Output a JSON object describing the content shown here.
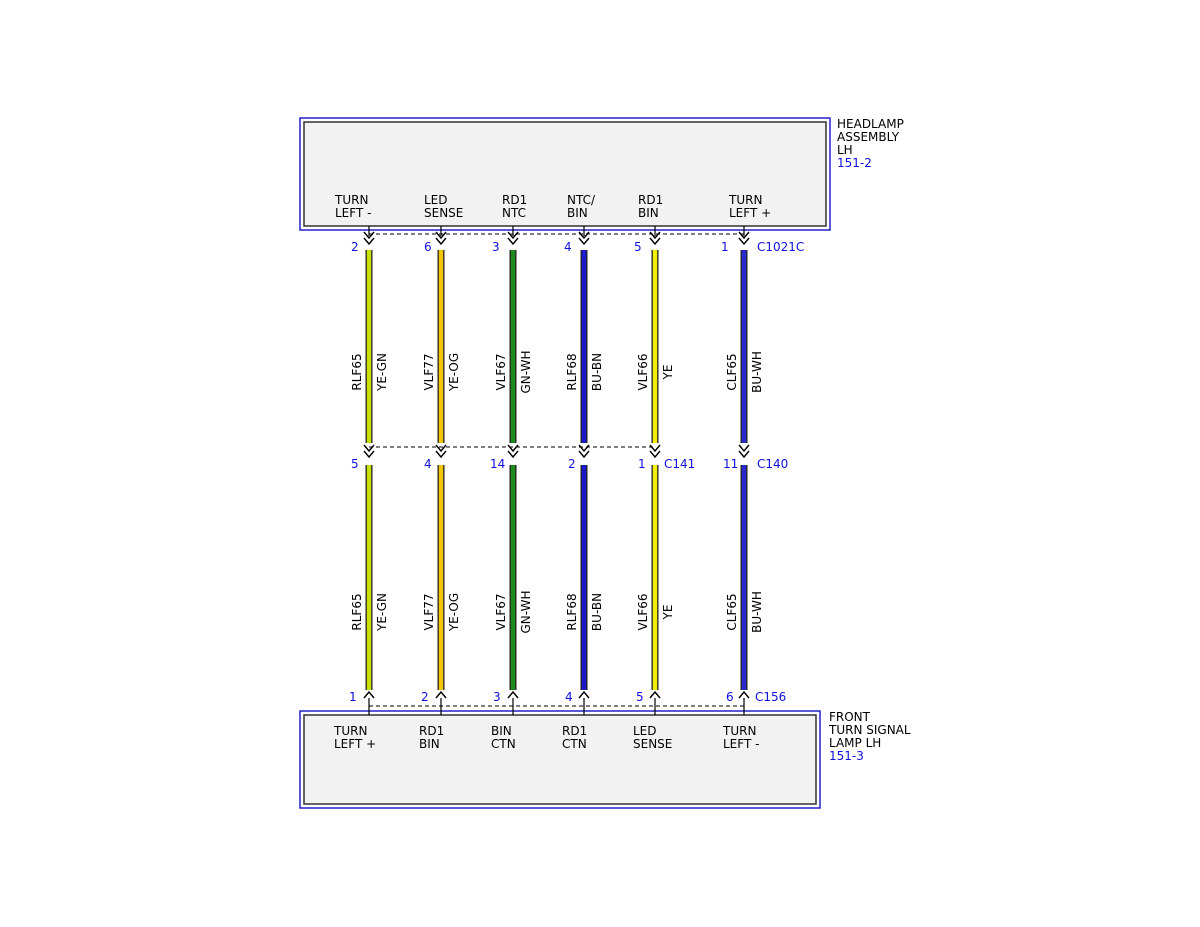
{
  "colors": {
    "blue_text": "#1010dd",
    "box_outer": "#2222cc",
    "box_inner": "#333333",
    "box_fill": "#f2f2f2",
    "YE-GN": "#c9e000",
    "YE-OG": "#f5c400",
    "GN-WH": "#1e8a1e",
    "BU-BN": "#1a1acc",
    "YE": "#f2ef00",
    "BU-WH": "#2a2ad0"
  },
  "top_component": {
    "name_lines": [
      "HEADLAMP",
      "ASSEMBLY",
      "LH"
    ],
    "ref": "151-2",
    "pins": [
      {
        "lines": [
          "TURN",
          "LEFT -"
        ]
      },
      {
        "lines": [
          "LED",
          "SENSE"
        ]
      },
      {
        "lines": [
          "RD1",
          "NTC"
        ]
      },
      {
        "lines": [
          "NTC/",
          "BIN"
        ]
      },
      {
        "lines": [
          "RD1",
          "BIN"
        ]
      },
      {
        "lines": [
          "TURN",
          "LEFT +"
        ]
      }
    ]
  },
  "bottom_component": {
    "name_lines": [
      "FRONT",
      "TURN SIGNAL",
      "LAMP LH"
    ],
    "ref": "151-3",
    "pins": [
      {
        "lines": [
          "TURN",
          "LEFT +"
        ]
      },
      {
        "lines": [
          "RD1",
          "BIN"
        ]
      },
      {
        "lines": [
          "BIN",
          "CTN"
        ]
      },
      {
        "lines": [
          "RD1",
          "CTN"
        ]
      },
      {
        "lines": [
          "LED",
          "SENSE"
        ]
      },
      {
        "lines": [
          "TURN",
          "LEFT -"
        ]
      }
    ]
  },
  "connectors": {
    "top": {
      "name": "C1021C",
      "pins": [
        "2",
        "6",
        "3",
        "4",
        "5",
        "1"
      ]
    },
    "middle": {
      "pins": [
        "5",
        "4",
        "14",
        "2",
        "1",
        "11"
      ],
      "names": [
        {
          "label": "C141",
          "after_wire": 4
        },
        {
          "label": "C140",
          "after_wire": 5
        }
      ]
    },
    "bottom": {
      "name": "C156",
      "pins": [
        "1",
        "2",
        "3",
        "4",
        "5",
        "6"
      ]
    }
  },
  "wires": [
    {
      "circuit": "RLF65",
      "color": "YE-GN"
    },
    {
      "circuit": "VLF77",
      "color": "YE-OG"
    },
    {
      "circuit": "VLF67",
      "color": "GN-WH"
    },
    {
      "circuit": "RLF68",
      "color": "BU-BN"
    },
    {
      "circuit": "VLF66",
      "color": "YE"
    },
    {
      "circuit": "CLF65",
      "color": "BU-WH"
    }
  ]
}
